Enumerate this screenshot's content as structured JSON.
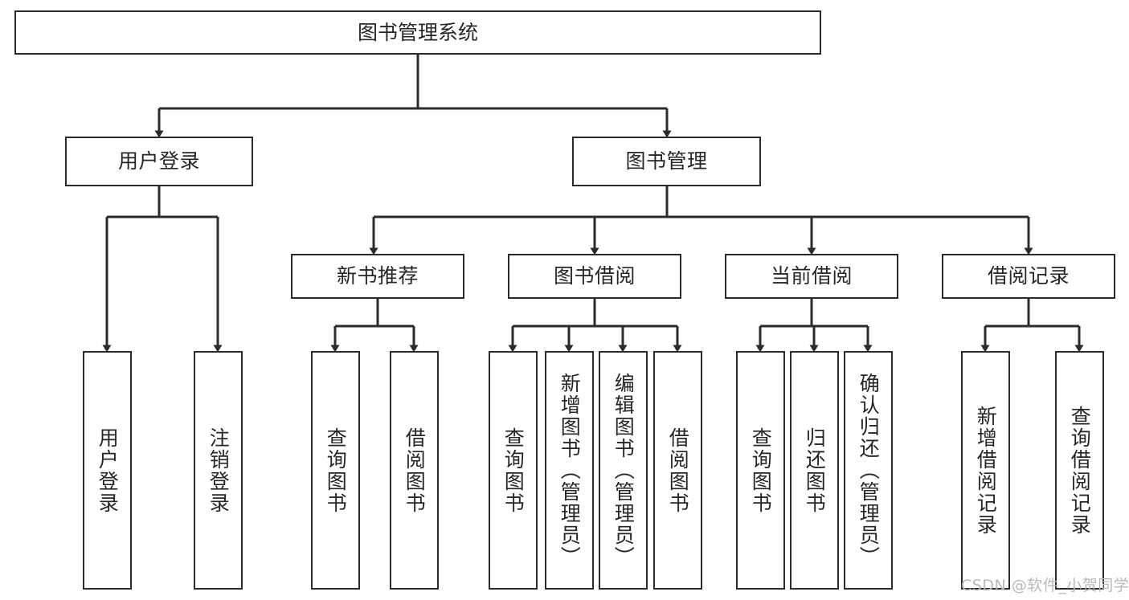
{
  "diagram": {
    "type": "tree",
    "title": "图书管理系统",
    "root": {
      "id": "root",
      "label": "图书管理系统"
    },
    "level2": [
      {
        "id": "user-login",
        "label": "用户登录"
      },
      {
        "id": "book-manage",
        "label": "图书管理"
      }
    ],
    "level3": [
      {
        "id": "new-book-rec",
        "label": "新书推荐",
        "parent": "book-manage"
      },
      {
        "id": "book-borrow",
        "label": "图书借阅",
        "parent": "book-manage"
      },
      {
        "id": "current-borrow",
        "label": "当前借阅",
        "parent": "book-manage"
      },
      {
        "id": "borrow-record",
        "label": "借阅记录",
        "parent": "book-manage"
      }
    ],
    "leaves": [
      {
        "id": "leaf-user-login",
        "label": "用户登录",
        "parent": "user-login"
      },
      {
        "id": "leaf-logout",
        "label": "注销登录",
        "parent": "user-login"
      },
      {
        "id": "leaf-query-book-1",
        "label": "查询图书",
        "parent": "new-book-rec"
      },
      {
        "id": "leaf-borrow-book-1",
        "label": "借阅图书",
        "parent": "new-book-rec"
      },
      {
        "id": "leaf-query-book-2",
        "label": "查询图书",
        "parent": "book-borrow"
      },
      {
        "id": "leaf-add-book",
        "label": "新增图书（管理员）",
        "parent": "book-borrow"
      },
      {
        "id": "leaf-edit-book",
        "label": "编辑图书（管理员）",
        "parent": "book-borrow"
      },
      {
        "id": "leaf-borrow-book-2",
        "label": "借阅图书",
        "parent": "book-borrow"
      },
      {
        "id": "leaf-query-book-3",
        "label": "查询图书",
        "parent": "current-borrow"
      },
      {
        "id": "leaf-return-book",
        "label": "归还图书",
        "parent": "current-borrow"
      },
      {
        "id": "leaf-confirm-return",
        "label": "确认归还（管理员）",
        "parent": "current-borrow"
      },
      {
        "id": "leaf-add-record",
        "label": "新增借阅记录",
        "parent": "borrow-record"
      },
      {
        "id": "leaf-query-record",
        "label": "查询借阅记录",
        "parent": "borrow-record"
      }
    ],
    "colors": {
      "stroke": "#2b2b2b",
      "fill": "#ffffff",
      "text": "#262626",
      "watermark": "#b9b9b9"
    }
  },
  "watermark": {
    "text": "CSDN @软件_小贺同学"
  }
}
